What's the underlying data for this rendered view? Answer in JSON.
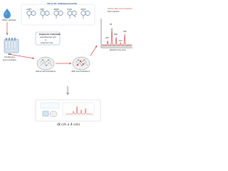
{
  "header": {
    "title": "Tricyclic antidepressants"
  },
  "compounds": [
    {
      "abbr": "(AMT)"
    },
    {
      "abbr": "(IMI)"
    },
    {
      "abbr": "(NOR)"
    },
    {
      "abbr": "(CLO)"
    },
    {
      "abbr": "(DOX)"
    }
  ],
  "left_labels": {
    "water": "Water samples",
    "spe_title": "SPE",
    "spe_subtitle": "Simultaneous",
    "spe_subtitle2": "preconcentration"
  },
  "polymeric": {
    "title": "Polymeric materials:",
    "line1": "polymethacrylic acid",
    "line2": "or",
    "line3": "polyacrylic acid"
  },
  "stage_labels": {
    "before": "(before preconcentration)",
    "after": "(after preconcentration)"
  },
  "chromatogram": {
    "legend": {
      "item1": "Injection after preconcentration",
      "item2": "Direct injection"
    },
    "peaks": {
      "p1": "AMT",
      "p2": "IMI",
      "p3": "NOR",
      "p4": "CLO",
      "p5": "DOX"
    },
    "x_label": "Retention time (min)"
  },
  "footer": {
    "dimension_text": "(8 cm x 4 cm)"
  },
  "colors": {
    "accent_blue": "#2d5f8f",
    "accent_red": "#c23b3b",
    "arrow_red": "#d74e4e",
    "line_gray": "#9aa8b7"
  }
}
